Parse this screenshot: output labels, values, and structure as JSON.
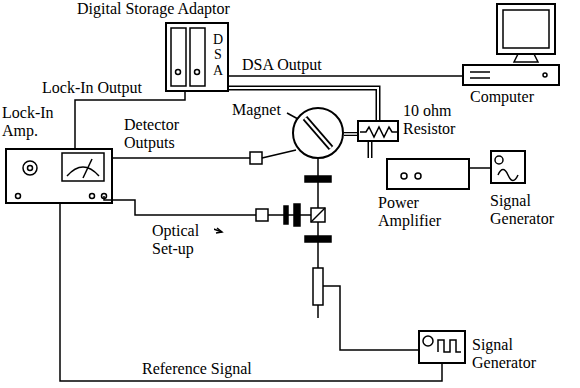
{
  "diagram": {
    "nodes": [
      {
        "text": [
          "Digital Storage Adaptor",
          "DSA"
        ]
      },
      {
        "text": [
          "Computer"
        ]
      },
      {
        "text": [
          "Lock-In Amp."
        ]
      },
      {
        "text": [
          "Magnet"
        ]
      },
      {
        "text": [
          "10 ohm Resistor"
        ]
      },
      {
        "text": [
          "Power Amplifier"
        ]
      },
      {
        "text": [
          "Signal Generator"
        ]
      },
      {
        "text": [
          "Signal Generator"
        ]
      }
    ],
    "edges": [
      {
        "from": 2,
        "to": 0,
        "label": "Lock-In Output",
        "arrow": "none"
      },
      {
        "from": 0,
        "to": 1,
        "label": "DSA Output",
        "arrow": "none"
      },
      {
        "from": 0,
        "to": 4,
        "arrow": "none"
      },
      {
        "from": 4,
        "to": 5,
        "arrow": "none"
      },
      {
        "from": 5,
        "to": 6,
        "arrow": "none"
      },
      {
        "from": 7,
        "to": 2,
        "label": "Reference Signal",
        "arrow": "none"
      }
    ],
    "labels": [
      "Detector Outputs",
      "Optical Set-up"
    ]
  }
}
